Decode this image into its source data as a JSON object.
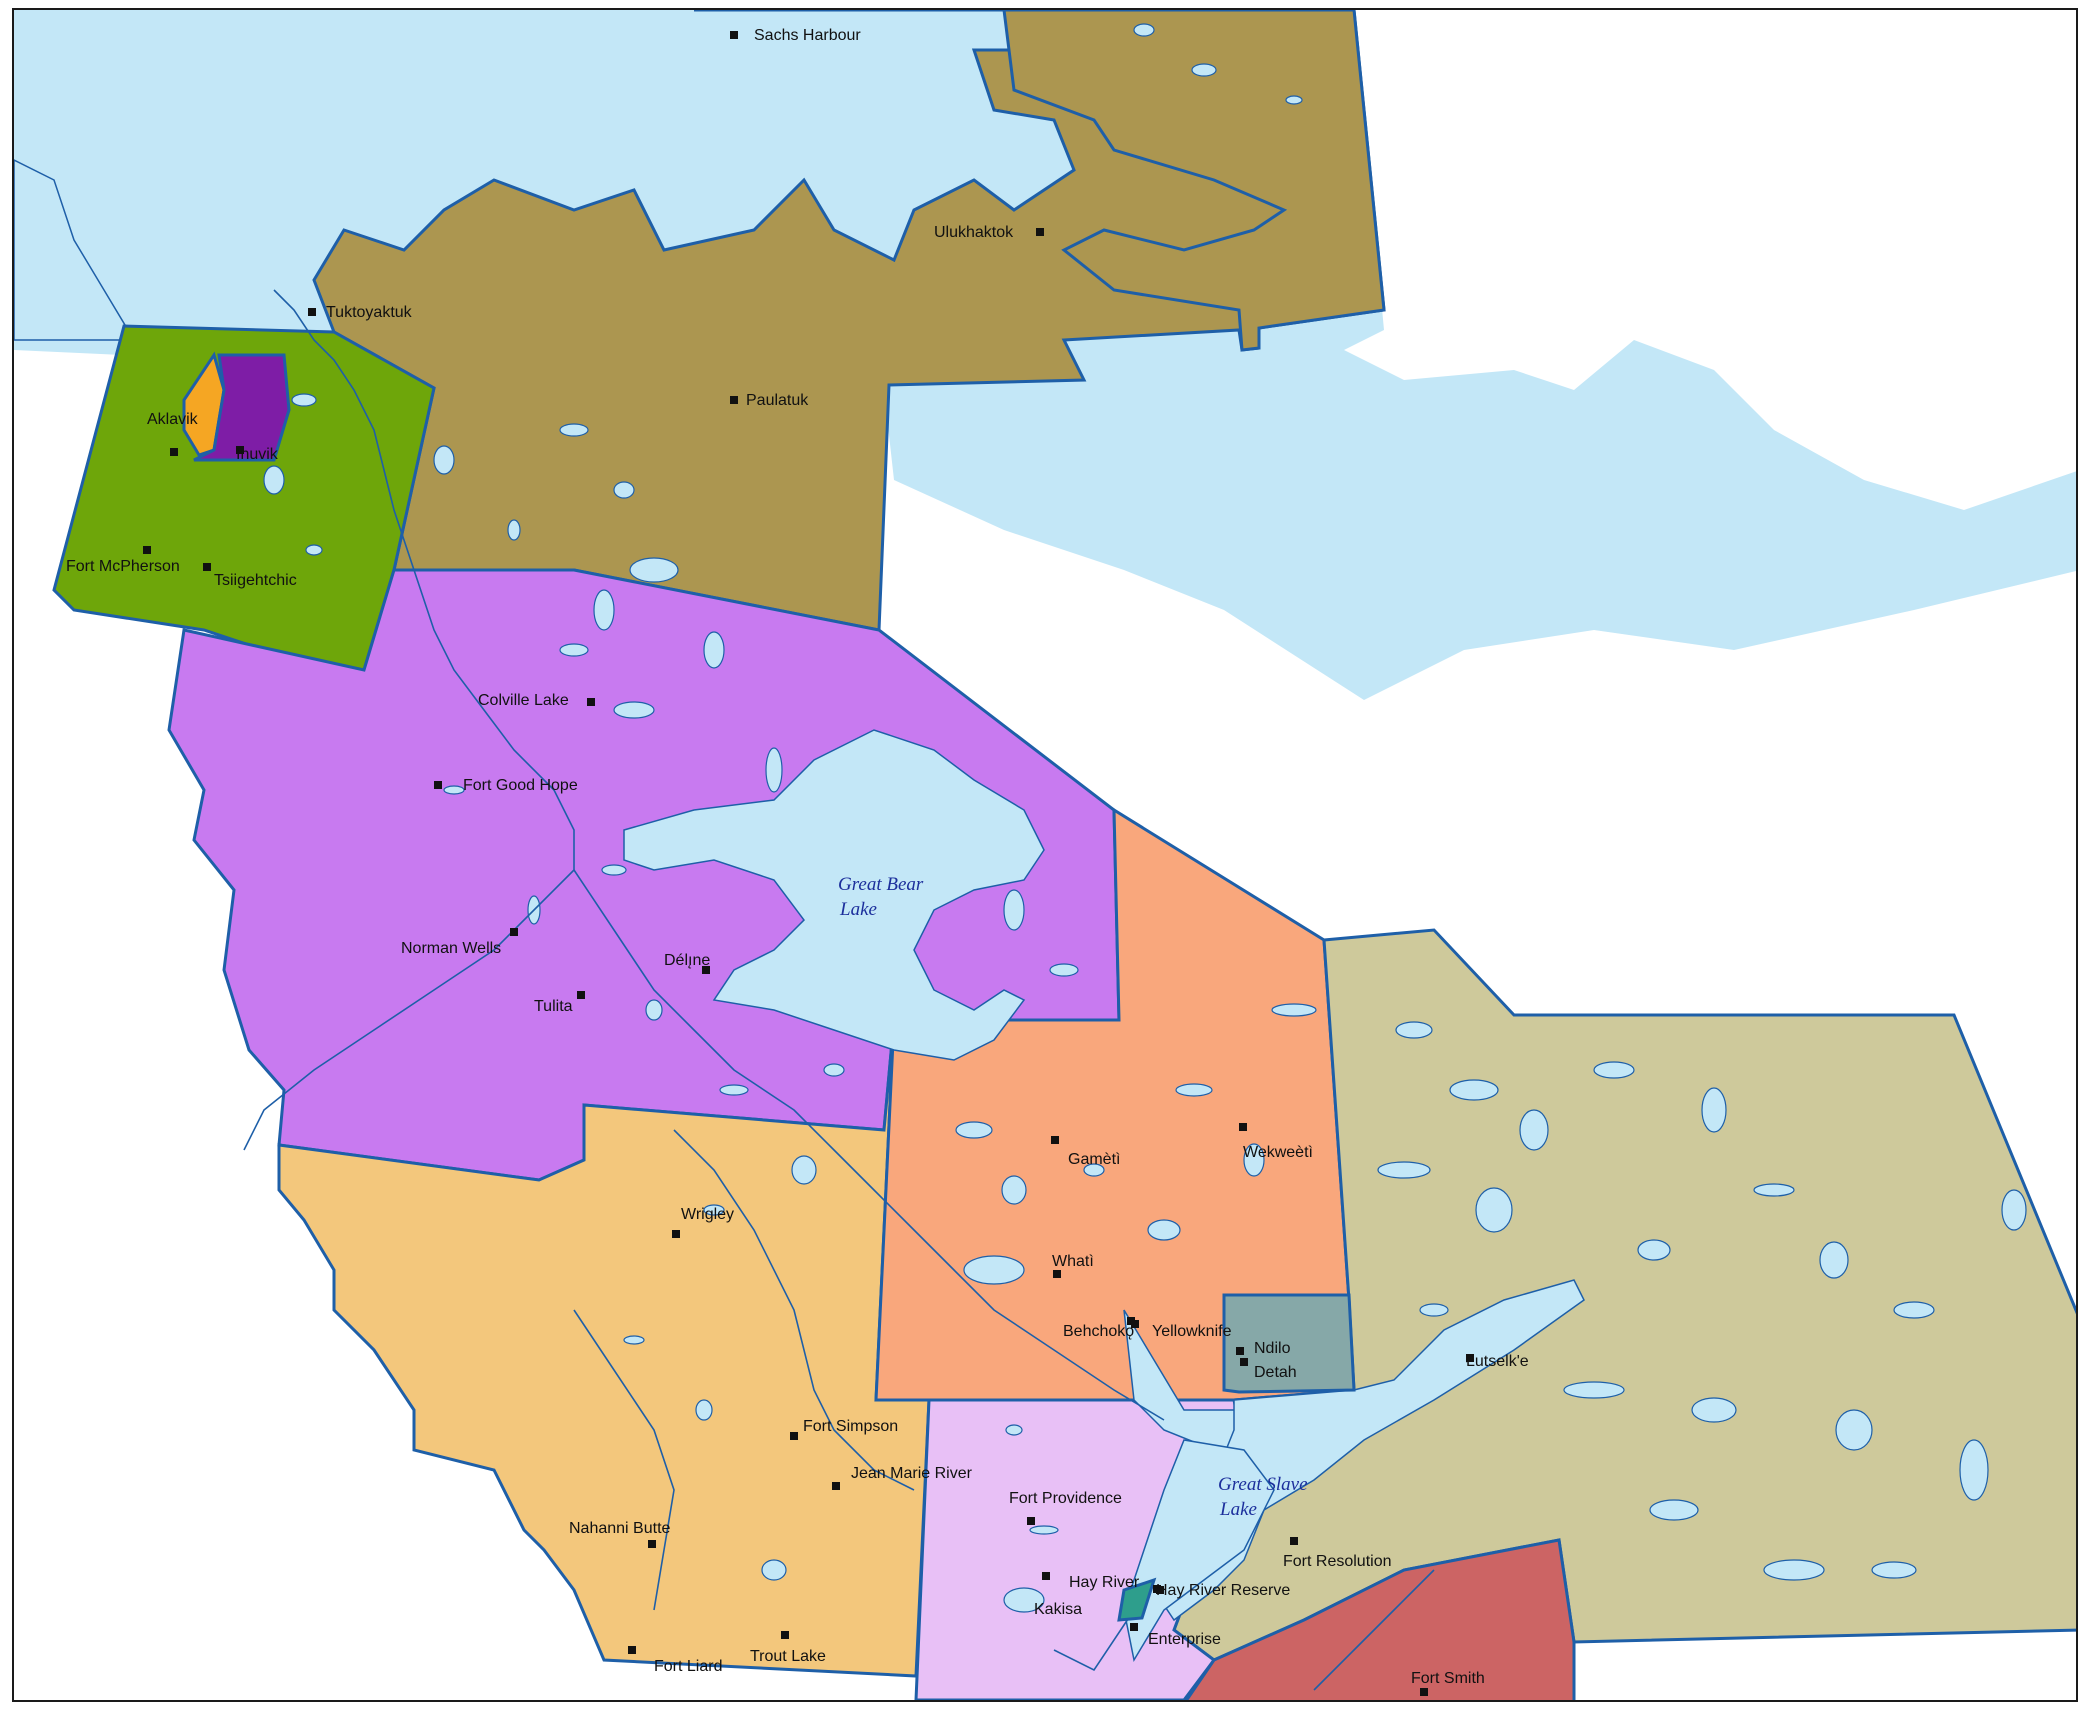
{
  "colors": {
    "water": "#c3e7f7",
    "boundary": "#1e5fa8",
    "inuvialuit": "#ac9650",
    "gwichin": "#6ea60a",
    "sahtu": "#c87af0",
    "dehcho": "#f3c77c",
    "tlicho": "#f9a77c",
    "akaitcho": "#cec99b",
    "south_slave": "#e8c0f6",
    "salt_river": "#cc6464",
    "yellowknife_area": "#86a8a8",
    "aklavik_area": "#f5a623",
    "inuvik_area": "#7e1da6",
    "hay_river_reserve": "#2e9e8c"
  },
  "towns": [
    {
      "name": "Sachs Harbour"
    },
    {
      "name": "Ulukhaktok"
    },
    {
      "name": "Tuktoyaktuk"
    },
    {
      "name": "Paulatuk"
    },
    {
      "name": "Aklavik"
    },
    {
      "name": "Inuvik"
    },
    {
      "name": "Fort McPherson"
    },
    {
      "name": "Tsiigehtchic"
    },
    {
      "name": "Colville Lake"
    },
    {
      "name": "Fort Good Hope"
    },
    {
      "name": "Norman Wells"
    },
    {
      "name": "Délı̨ne"
    },
    {
      "name": "Tulita"
    },
    {
      "name": "Wrigley"
    },
    {
      "name": "Gamètì"
    },
    {
      "name": "Wekweètì"
    },
    {
      "name": "Whatì"
    },
    {
      "name": "Behchokǫ̀"
    },
    {
      "name": "Yellowknife"
    },
    {
      "name": "Ndilo"
    },
    {
      "name": "Detah"
    },
    {
      "name": "Łutselk'e"
    },
    {
      "name": "Fort Simpson"
    },
    {
      "name": "Jean Marie River"
    },
    {
      "name": "Fort Providence"
    },
    {
      "name": "Nahanni Butte"
    },
    {
      "name": "Hay River"
    },
    {
      "name": "Hay River Reserve"
    },
    {
      "name": "Kakisa"
    },
    {
      "name": "Enterprise"
    },
    {
      "name": "Fort Resolution"
    },
    {
      "name": "Fort Liard"
    },
    {
      "name": "Trout Lake"
    },
    {
      "name": "Fort Smith"
    }
  ],
  "lakes": [
    {
      "line1": "Great Bear",
      "line2": "Lake"
    },
    {
      "line1": "Great Slave",
      "line2": "Lake"
    }
  ]
}
